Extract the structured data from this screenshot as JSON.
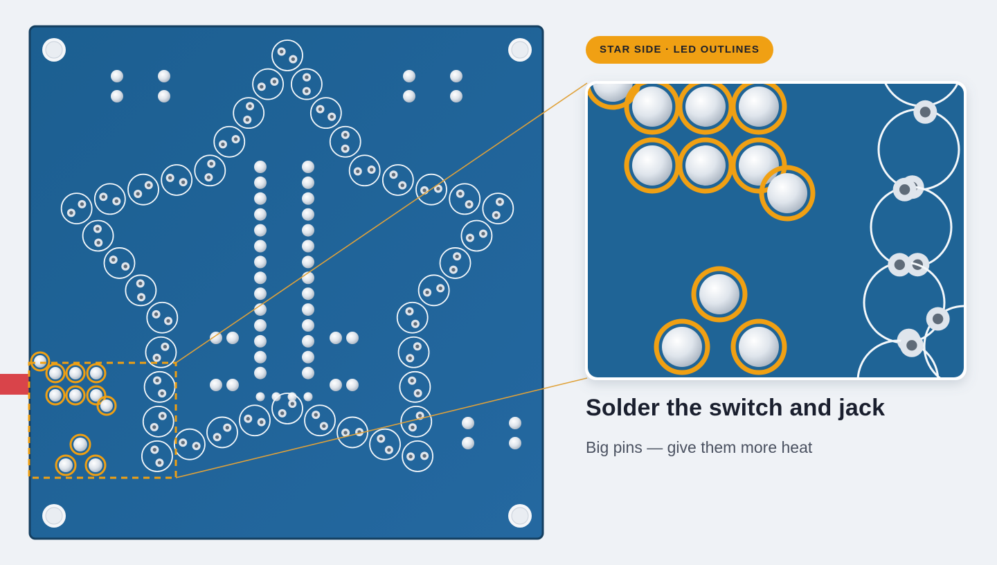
{
  "badge": {
    "label": "STAR SIDE · LED OUTLINES"
  },
  "caption": {
    "title": "Solder the switch and jack",
    "subtitle": "Big pins — give them more heat"
  },
  "colors": {
    "background": "#eff2f6",
    "board": "#1f6496",
    "board_edge": "#143f60",
    "highlight": "#f0a013",
    "pad": "#e4e9ef",
    "outline": "#f4f8fb",
    "tab": "#d9444a"
  },
  "board": {
    "led_outline_count": 40,
    "highlighted_component": "switch and jack"
  }
}
